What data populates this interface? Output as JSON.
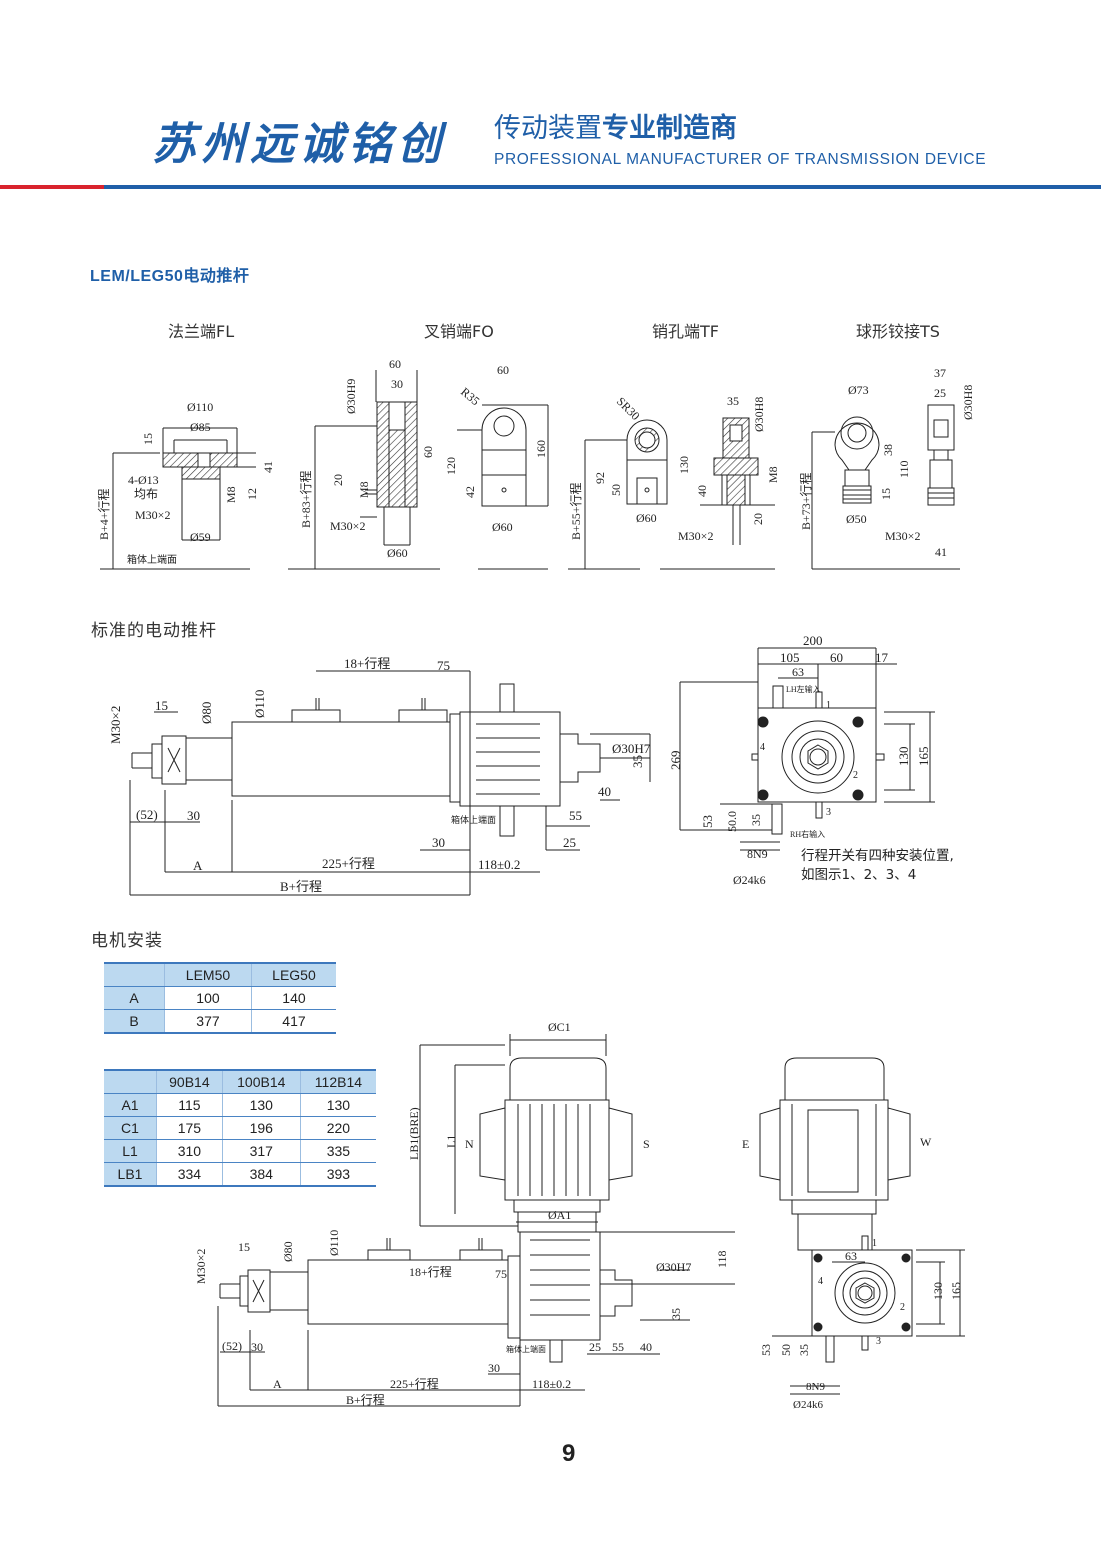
{
  "header": {
    "brand": "苏州远诚铭创",
    "tagline_normal": "传动装置",
    "tagline_bold": "专业制造商",
    "tagline_en": "PROFESSIONAL MANUFACTURER OF TRANSMISSION DEVICE",
    "colors": {
      "brand_blue": "#1f5fa8",
      "accent_red": "#d9232d",
      "table_blue": "#bcd9f0"
    }
  },
  "section_title": "LEM/LEG50电动推杆",
  "end_fittings": {
    "fl_title": "法兰端FL",
    "fo_title": "叉销端FO",
    "tf_title": "销孔端TF",
    "ts_title": "球形铰接TS",
    "fl": {
      "d110": "Ø110",
      "d85": "Ø85",
      "h15": "15",
      "h41": "41",
      "holes": "4-Ø13",
      "even": "均布",
      "m8": "M8",
      "h12": "12",
      "thread": "M30×2",
      "d59": "Ø59",
      "len": "B+4+行程",
      "ref": "箱体上端面"
    },
    "fo": {
      "w60": "60",
      "w30": "30",
      "hole": "Ø30H9",
      "h60": "60",
      "h20": "20",
      "m8": "M8",
      "thread": "M30×2",
      "d60": "Ø60",
      "len": "B+83+行程",
      "w60b": "60",
      "r35": "R35",
      "h120": "120",
      "h42": "42",
      "h160": "160",
      "d60b": "Ø60"
    },
    "tf": {
      "sr30": "SR30",
      "h92": "92",
      "h50": "50",
      "d60": "Ø60",
      "len": "B+55+行程",
      "w35": "35",
      "hole": "Ø30H8",
      "h130": "130",
      "h40": "40",
      "m8": "M8",
      "h20": "20",
      "thread": "M30×2"
    },
    "ts": {
      "d73": "Ø73",
      "h38": "38",
      "h110": "110",
      "h15": "15",
      "d50": "Ø50",
      "len": "B+73+行程",
      "w37": "37",
      "w25": "25",
      "hole": "Ø30H8",
      "thread": "M30×2",
      "w41": "41"
    }
  },
  "standard": {
    "title": "标准的电动推杆",
    "side": {
      "stroke18": "18+行程",
      "d75": "75",
      "d110": "Ø110",
      "d15": "15",
      "d80": "Ø80",
      "thread": "M30×2",
      "hole": "Ø30H7",
      "d35": "35",
      "d40": "40",
      "d52": "(52)",
      "d30": "30",
      "d55": "55",
      "d30b": "30",
      "d25": "25",
      "ref": "箱体上端面",
      "a": "A",
      "stroke225": "225+行程",
      "d118": "118±0.2",
      "btotal": "B+行程"
    },
    "end": {
      "d200": "200",
      "d105": "105",
      "d60": "60",
      "d17": "17",
      "d63": "63",
      "lh": "LH左输入",
      "rh": "RH右输入",
      "d269": "269",
      "d130": "130",
      "d165": "165",
      "d53": "53",
      "d50": "50.0",
      "d35": "35",
      "n8": "8N9",
      "d24": "Ø24k6",
      "p1": "1",
      "p2": "2",
      "p3": "3",
      "p4": "4"
    },
    "note_line1": "行程开关有四种安装位置,",
    "note_line2": "如图示1、2、3、4"
  },
  "motor_mount": {
    "title": "电机安装",
    "table1": {
      "headers": [
        "",
        "LEM50",
        "LEG50"
      ],
      "rows": [
        [
          "A",
          "100",
          "140"
        ],
        [
          "B",
          "377",
          "417"
        ]
      ]
    },
    "table2": {
      "headers": [
        "",
        "90B14",
        "100B14",
        "112B14"
      ],
      "rows": [
        [
          "A1",
          "115",
          "130",
          "130"
        ],
        [
          "C1",
          "175",
          "196",
          "220"
        ],
        [
          "L1",
          "310",
          "317",
          "335"
        ],
        [
          "LB1",
          "334",
          "384",
          "393"
        ]
      ]
    },
    "side": {
      "c1": "ØC1",
      "lb1": "LB1(BRE)",
      "l1": "L1",
      "n": "N",
      "s": "S",
      "a1": "ØA1",
      "d118": "118",
      "thread": "M30×2",
      "d15": "15",
      "d80": "Ø80",
      "d110": "Ø110",
      "stroke18": "18+行程",
      "d75": "75",
      "hole": "Ø30H7",
      "d35": "35",
      "d52": "(52)",
      "d30": "30",
      "ref": "箱体上端面",
      "d25": "25",
      "d55": "55",
      "d40": "40",
      "d30b": "30",
      "a": "A",
      "stroke225": "225+行程",
      "d118b": "118±0.2",
      "btotal": "B+行程"
    },
    "end": {
      "e": "E",
      "w": "W",
      "d63": "63",
      "d130": "130",
      "d165": "165",
      "d53": "53",
      "d50": "50",
      "d35": "35",
      "n8": "8N9",
      "d24": "Ø24k6",
      "p1": "1",
      "p2": "2",
      "p3": "3",
      "p4": "4"
    }
  },
  "page_number": "9"
}
